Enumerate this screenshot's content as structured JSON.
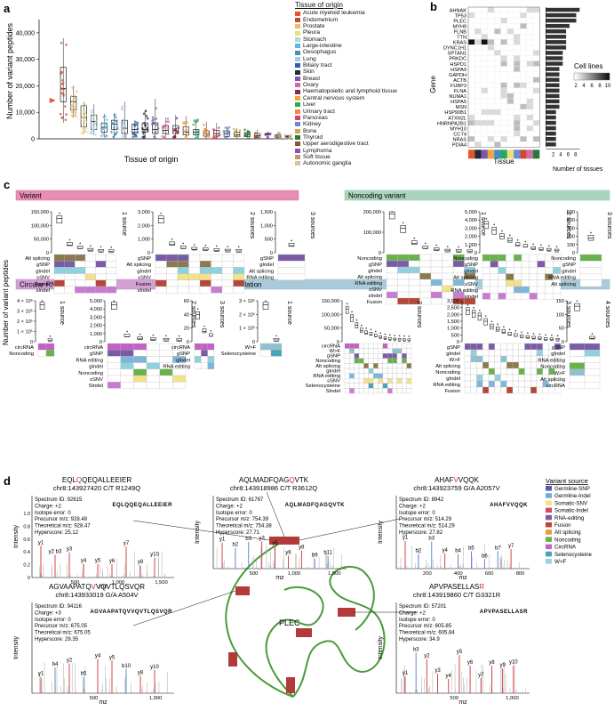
{
  "panel_a": {
    "label": "a",
    "ylabel": "Number of variant peptides",
    "xlabel": "Tissue of origin",
    "yticks": [
      "0",
      "10,000",
      "20,000",
      "30,000",
      "40,000"
    ],
    "legend_title": "Tissue of origin",
    "tissues": [
      {
        "name": "Acute myeloid leukemia",
        "color": "#e6542a"
      },
      {
        "name": "Endometrium",
        "color": "#c94a33"
      },
      {
        "name": "Prostate",
        "color": "#efb96a"
      },
      {
        "name": "Pleura",
        "color": "#f0dd7a"
      },
      {
        "name": "Stomach",
        "color": "#a9d8e8"
      },
      {
        "name": "Large-intestine",
        "color": "#67b3d9"
      },
      {
        "name": "Oesophagus",
        "color": "#3f8fc3"
      },
      {
        "name": "Lung",
        "color": "#a8c8e8"
      },
      {
        "name": "Biliary tract",
        "color": "#2f5fa8"
      },
      {
        "name": "Skin",
        "color": "#222a3a"
      },
      {
        "name": "Breast",
        "color": "#7a5aa8"
      },
      {
        "name": "Ovary",
        "color": "#d46aa6"
      },
      {
        "name": "Haematopoietic and lymphoid tissue",
        "color": "#8a2a4a"
      },
      {
        "name": "Central nervous system",
        "color": "#f2a43a"
      },
      {
        "name": "Liver",
        "color": "#26a85a"
      },
      {
        "name": "Urinary tract",
        "color": "#f08a3a"
      },
      {
        "name": "Pancreas",
        "color": "#e23a6a"
      },
      {
        "name": "Kidney",
        "color": "#6a8ad6"
      },
      {
        "name": "Bone",
        "color": "#c7a84a"
      },
      {
        "name": "Thyroid",
        "color": "#2a7a3a"
      },
      {
        "name": "Upper aerodigestive tract",
        "color": "#8a5a2a"
      },
      {
        "name": "Lymphoma",
        "color": "#9a4ac0"
      },
      {
        "name": "Soft tissue",
        "color": "#b89a6a"
      },
      {
        "name": "Autonomic ganglia",
        "color": "#d6c39a"
      }
    ]
  },
  "chart_data": [
    {
      "type": "box",
      "title": "",
      "xlabel": "Tissue of origin",
      "ylabel": "Number of variant peptides",
      "ylim": [
        0,
        45000
      ],
      "categories": [
        "Acute myeloid leukemia",
        "Endometrium",
        "Prostate",
        "Pleura",
        "Stomach",
        "Large-intestine",
        "Oesophagus",
        "Lung",
        "Biliary tract",
        "Skin",
        "Breast",
        "Ovary",
        "Haematopoietic and lymphoid tissue",
        "Central nervous system",
        "Liver",
        "Urinary tract",
        "Pancreas",
        "Kidney",
        "Bone",
        "Thyroid",
        "Upper aerodigestive tract",
        "Lymphoma",
        "Soft tissue",
        "Autonomic ganglia"
      ],
      "stats": [
        [
          14500,
          14500,
          14500,
          14500,
          14500
        ],
        [
          6000,
          14000,
          19000,
          27000,
          38000
        ],
        [
          8000,
          11000,
          14000,
          16000,
          20000
        ],
        [
          2000,
          4500,
          8000,
          12500,
          14000
        ],
        [
          1500,
          3500,
          6500,
          9000,
          13000
        ],
        [
          700,
          2500,
          4200,
          6000,
          9500
        ],
        [
          600,
          3500,
          5500,
          7000,
          9500
        ],
        [
          300,
          2000,
          4000,
          7000,
          14000
        ],
        [
          500,
          2500,
          3500,
          5500,
          7000
        ],
        [
          200,
          2500,
          3500,
          6000,
          11000
        ],
        [
          200,
          2000,
          3500,
          6000,
          15000
        ],
        [
          200,
          2000,
          3200,
          5000,
          8000
        ],
        [
          300,
          2000,
          3000,
          5000,
          9000
        ],
        [
          200,
          1500,
          2500,
          4500,
          8500
        ],
        [
          200,
          1500,
          2500,
          3500,
          7500
        ],
        [
          200,
          1000,
          2000,
          3000,
          6500
        ],
        [
          200,
          1000,
          2000,
          3200,
          6000
        ],
        [
          100,
          900,
          2000,
          3000,
          4500
        ],
        [
          100,
          800,
          1500,
          2500,
          4000
        ],
        [
          100,
          800,
          1500,
          2400,
          3500
        ],
        [
          100,
          600,
          1200,
          2000,
          3500
        ],
        [
          100,
          1500,
          1800,
          2000,
          2500
        ],
        [
          100,
          500,
          1000,
          1500,
          2500
        ],
        [
          100,
          500,
          800,
          1200,
          1500
        ]
      ]
    },
    {
      "type": "heatmap",
      "title": "",
      "xlabel": "Tissue",
      "ylabel": "Gene",
      "rows": [
        "AHNAK",
        "TP53",
        "PLEC",
        "MYH9",
        "FLNB",
        "TTN",
        "KRAS",
        "DYNC1H1",
        "SPTAN1",
        "PRKDC",
        "HSPD1",
        "HSPA9",
        "GAPDH",
        "ACTB",
        "FUBP3",
        "FLNA",
        "NUMA1",
        "HSPA5",
        "MSN",
        "HSP90B1",
        "ATXN2L",
        "HNRNPA2B1",
        "MYH10",
        "CCT4",
        "NRAS",
        "PDIA4"
      ],
      "color_legend_title": "Cell lines",
      "color_scale_ticks": [
        2,
        4,
        6,
        8,
        10
      ],
      "bar_xlabel": "Number of tissues",
      "bar_ticks": [
        2,
        4,
        6,
        8
      ],
      "bar_values": [
        10,
        9,
        9,
        7,
        6,
        6,
        6,
        6,
        5,
        5,
        5,
        4,
        4,
        4,
        4,
        4,
        4,
        4,
        4,
        3,
        3,
        3,
        3,
        3,
        3,
        3
      ]
    }
  ],
  "panel_b": {
    "label": "b"
  },
  "panel_c": {
    "label": "c",
    "ylabel": "Number of variant peptides",
    "groups": [
      {
        "name": "Variant",
        "color": "#e0679b",
        "bg": "#f5c6d7"
      },
      {
        "name": "Noncoding variant",
        "color": "#8ec7a5",
        "bg": "#d6ece0"
      },
      {
        "name": "Circular RNA",
        "color": "#c281c6",
        "bg": "#ead1ec"
      },
      {
        "name": "Alt translation",
        "color": "#8fb8cc",
        "bg": "#cfe3ec"
      }
    ],
    "subplots": [
      {
        "sources": "1 source",
        "yticks": [
          "0",
          "50,000",
          "100,000",
          "150,000"
        ],
        "ymax": 150000,
        "rows": [
          "Alt splicing",
          "gSNP",
          "gIndel",
          "sSNV",
          "Fusion",
          "sIndel"
        ],
        "ncols": 6,
        "values": [
          125000,
          28000,
          15000,
          6000,
          2000,
          800
        ]
      },
      {
        "sources": "2 sources",
        "yticks": [
          "0",
          "1,000",
          "2,000",
          "3,000"
        ],
        "ymax": 3000,
        "rows": [
          "gSNP",
          "Alt splicing",
          "gIndel",
          "sSNV",
          "Fusion",
          "sIndel"
        ],
        "ncols": 8,
        "values": [
          2500,
          600,
          300,
          200,
          150,
          100,
          60,
          40
        ]
      },
      {
        "sources": "3 sources",
        "yticks": [
          "0",
          "500",
          "1,000",
          "1,500"
        ],
        "ymax": 1500,
        "rows": [
          "gSNP",
          "gIndel",
          "Alt splicing",
          "RNA editing"
        ],
        "ncols": 1,
        "values": [
          250
        ]
      },
      {
        "sources": "1 source",
        "yticks": [
          "0",
          "100,000",
          "200,000"
        ],
        "ymax": 200000,
        "rows": [
          "Noncoding",
          "gSNP",
          "gIndel",
          "Alt splicing",
          "RNA editing",
          "sSNV",
          "sIndel",
          "Fusion"
        ],
        "ncols": 8,
        "values": [
          190000,
          120000,
          45000,
          20000,
          10000,
          4000,
          2000,
          800
        ]
      },
      {
        "sources": "2 sources",
        "yticks": [
          "0",
          "1,000",
          "2,000",
          "3,000",
          "4,000",
          "5,000"
        ],
        "ymax": 5000,
        "rows": [
          "Noncoding",
          "gSNP",
          "gIndel",
          "Alt splicing",
          "sSNV",
          "RNA editing",
          "sIndel"
        ],
        "ncols": 10,
        "values": [
          3500,
          2800,
          2000,
          1500,
          900,
          700,
          400,
          300,
          200,
          100
        ]
      },
      {
        "sources": "3 sources",
        "yticks": [
          "0",
          "100",
          "200",
          "300",
          "400",
          "500"
        ],
        "ymax": 500,
        "rows": [
          "Noncoding",
          "gSNP",
          "gIndel",
          "RNA editing",
          "Alt splicing"
        ],
        "ncols": 1,
        "values": [
          180
        ]
      },
      {
        "sources": "1 source",
        "yticks": [
          "0",
          "1 × 10⁵",
          "2 × 10⁵",
          "3 × 10⁵",
          "4 × 10⁵"
        ],
        "ymax": 400000,
        "rows": [
          "circRNA",
          "Noncoding"
        ],
        "ncols": 2,
        "values": [
          360000,
          2000
        ]
      },
      {
        "sources": "2 sources",
        "yticks": [
          "0",
          "1,000",
          "2,000",
          "3,000",
          "4,000",
          "5,000"
        ],
        "ymax": 5000,
        "rows": [
          "circRNA",
          "gSNP",
          "RNA editing",
          "gIndel",
          "Noncoding",
          "sSNV",
          "SIndel"
        ],
        "ncols": 6,
        "values": [
          4500,
          600,
          250,
          150,
          80,
          40
        ]
      },
      {
        "sources": "3 sources",
        "yticks": [
          "0",
          "20",
          "40",
          "60"
        ],
        "ymax": 60,
        "rows": [
          "circRNA",
          "gSNP",
          "gIndel",
          "RNA editing"
        ],
        "ncols": 3,
        "values": [
          40,
          15,
          8
        ]
      },
      {
        "sources": "1 source",
        "yticks": [
          "0",
          "1 × 10⁵",
          "2 × 10⁵",
          "3 × 10⁵"
        ],
        "ymax": 300000,
        "rows": [
          "W>F",
          "Selenocysteine"
        ],
        "ncols": 2,
        "values": [
          270000,
          4000
        ]
      },
      {
        "sources": "2 sources",
        "yticks": [
          "0",
          "50,000",
          "100,000",
          "150,000"
        ],
        "ymax": 150000,
        "rows": [
          "circRNA",
          "W>F",
          "gSNP",
          "Noncoding",
          "Alt splicing",
          "gIndel",
          "RNA editing",
          "sSNV",
          "Selenocysteine",
          "SIndel"
        ],
        "ncols": 14,
        "values": [
          120000,
          90000,
          60000,
          40000,
          30000,
          25000,
          18000,
          12000,
          8000,
          5000,
          3500,
          2000,
          1200,
          600
        ]
      },
      {
        "sources": "3 sources",
        "yticks": [
          "0",
          "500",
          "1,000",
          "1,500",
          "2,000",
          "2,500",
          "3,000"
        ],
        "ymax": 3000,
        "rows": [
          "gSNP",
          "gIndel",
          "W>F",
          "Alt splicing",
          "Noncoding",
          "gIndel",
          "RNA editing",
          "Fusion"
        ],
        "ncols": 16,
        "values": [
          2300,
          2100,
          1900,
          1500,
          1100,
          900,
          700,
          500,
          400,
          300,
          250,
          200,
          150,
          100,
          80,
          50
        ]
      },
      {
        "sources": "4 sources",
        "yticks": [
          "0",
          "50",
          "100",
          "150"
        ],
        "ymax": 150,
        "rows": [
          "gSNP",
          "gIndel",
          "RNA editing",
          "Noncoding",
          "W>F",
          "Alt splicing",
          "circRNA"
        ],
        "ncols": 2,
        "values": [
          130,
          10
        ]
      }
    ]
  },
  "panel_d": {
    "label": "d",
    "xlabel": "mz",
    "ylabel": "Intensity",
    "legend_title": "Variant source",
    "legend": [
      {
        "name": "Germline-SNP",
        "color": "#5a5ab0"
      },
      {
        "name": "Germline-Indel",
        "color": "#6fa8dc"
      },
      {
        "name": "Somatic-SNV",
        "color": "#f6e27f"
      },
      {
        "name": "Somatic-Indel",
        "color": "#d84a5a"
      },
      {
        "name": "RNA-editing",
        "color": "#7a5c9e"
      },
      {
        "name": "Fusion",
        "color": "#b5473a"
      },
      {
        "name": "Alt splicing",
        "color": "#e89a3c"
      },
      {
        "name": "Noncoding",
        "color": "#6ab04c"
      },
      {
        "name": "CircRNA",
        "color": "#c261c6"
      },
      {
        "name": "Selenocysteine",
        "color": "#4aa3b8"
      },
      {
        "name": "W>F",
        "color": "#9bd3e0"
      }
    ],
    "protein_label": "PLEC",
    "spectra": [
      {
        "peptide_pre": "EQL",
        "peptide_var": "Q",
        "peptide_post": "QEQALLEEIER",
        "title2": "chr8:143927420 C/T R1249Q",
        "spectrum_id": "Spectrum ID: 92615",
        "charge": "Charge: +2",
        "isotope": "Isotope error: 0",
        "precursor": "Precursor m/z: 928.48",
        "theoretical": "Theoretical m/z: 928.47",
        "hyperscore": "Hyperscore: 25.12",
        "xticks": [
          "500",
          "1,000",
          "1,500"
        ],
        "xmax": 1600,
        "yticks": [
          "0",
          "0.2",
          "0.4",
          "0.6",
          "0.8",
          "1.0"
        ],
        "seq": "EQLQQEQALLEEIER",
        "ions": [
          "y1",
          "y2 b3",
          "y3",
          "y4",
          "y5",
          "y6",
          "y7",
          "y8",
          "y10"
        ]
      },
      {
        "peptide_pre": "AQLMADFQAG",
        "peptide_var": "Q",
        "peptide_post": "VTK",
        "title2": "chr8:143918986 C/T R3612Q",
        "spectrum_id": "Spectrum ID: 61767",
        "charge": "Charge: +2",
        "isotope": "Isotope error: 0",
        "precursor": "Precursor m/z: 754.39",
        "theoretical": "Theoretical m/z: 754.38",
        "hyperscore": "Hyperscore: 27.71",
        "xticks": [
          "500",
          "1,000",
          "1,500"
        ],
        "xmax": 1600,
        "yticks": [],
        "seq": "AQLMADFQAGQVTK",
        "ions": [
          "y1",
          "b2",
          "b3",
          "y3",
          "y5",
          "y6",
          "y8",
          "b9",
          "b11"
        ]
      },
      {
        "peptide_pre": "AHAF",
        "peptide_var": "V",
        "peptide_post": "VQQK",
        "title2": "chr8:143923759 G/A A2057V",
        "spectrum_id": "Spectrum ID: 8942",
        "charge": "Charge: +2",
        "isotope": "Isotope error: 0",
        "precursor": "Precursor m/z: 514.29",
        "theoretical": "Theoretical m/z: 514.29",
        "hyperscore": "Hyperscore: 27.82",
        "xticks": [
          "200",
          "400",
          "600",
          "800"
        ],
        "xmax": 900,
        "yticks": [],
        "seq": "AHAFVVQQK",
        "ions": [
          "y1",
          "b2",
          "b3",
          "y4",
          "b4",
          "b5",
          "b6",
          "b7",
          "y7"
        ]
      },
      {
        "peptide_pre": "AGVAAPATQ",
        "peptide_var": "V",
        "peptide_post": "VQVTLQSVQR",
        "title2": "chr8:143933019 G/A A504V",
        "spectrum_id": "Spectrum ID: 94116",
        "charge": "Charge: +3",
        "isotope": "Isotope error: 0",
        "precursor": "Precursor m/z: 675.05",
        "theoretical": "Theoretical m/z: 675.05",
        "hyperscore": "Hyperscore: 29.35",
        "xticks": [
          "500",
          "1,000"
        ],
        "xmax": 1300,
        "yticks": [],
        "seq": "AGVAAPATQVVQVTLQSVQR",
        "ions": [
          "y1",
          "b4",
          "y2",
          "b5",
          "y4",
          "y5",
          "b10",
          "y8",
          "y10"
        ]
      },
      {
        "peptide_pre": "APVPASELLAS",
        "peptide_var": "R",
        "peptide_post": "",
        "title2": "chr8:143919860 C/T G3321R",
        "spectrum_id": "Spectrum ID: 57201",
        "charge": "Charge: +2",
        "isotope": "Isotope error: 0",
        "precursor": "Precursor m/z: 605.85",
        "theoretical": "Theoretical m/z: 605.84",
        "hyperscore": "Hyperscore: 34.9",
        "xticks": [
          "500",
          "1,000"
        ],
        "xmax": 1300,
        "yticks": [],
        "seq": "APVPASELLASR",
        "ions": [
          "y1",
          "b3",
          "y2",
          "y3",
          "y4",
          "y5",
          "y6",
          "y7",
          "y8",
          "y9",
          "y10"
        ]
      }
    ]
  }
}
